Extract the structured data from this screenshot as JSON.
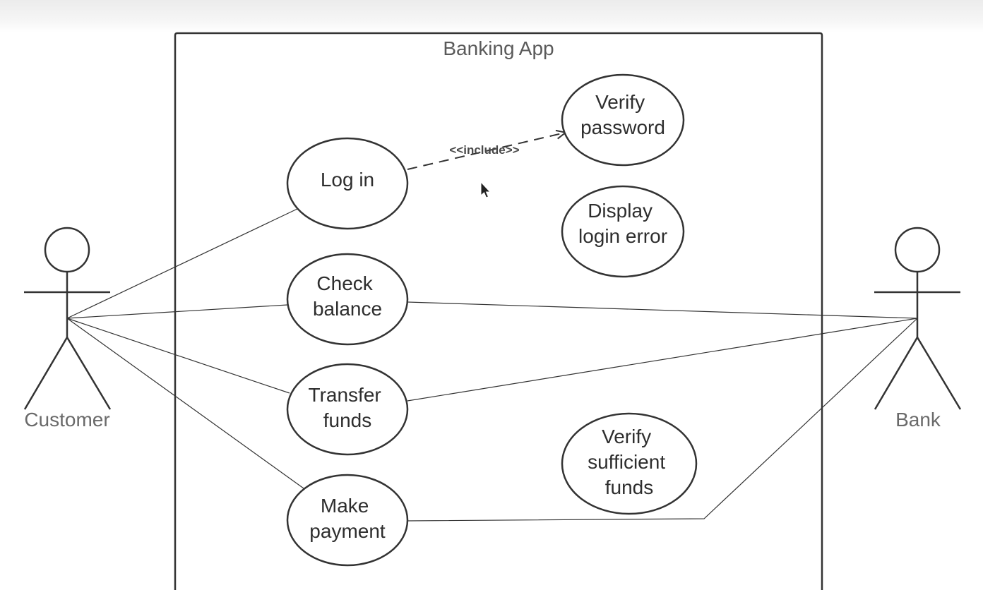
{
  "system": {
    "title": "Banking App"
  },
  "actors": [
    {
      "id": "customer",
      "label": "Customer"
    },
    {
      "id": "bank",
      "label": "Bank"
    }
  ],
  "use_cases": [
    {
      "id": "log-in",
      "lines": [
        "Log in"
      ]
    },
    {
      "id": "verify-password",
      "lines": [
        "Verify",
        "password"
      ]
    },
    {
      "id": "display-login-error",
      "lines": [
        "Display",
        "login error"
      ]
    },
    {
      "id": "check-balance",
      "lines": [
        "Check",
        "balance"
      ]
    },
    {
      "id": "transfer-funds",
      "lines": [
        "Transfer",
        "funds"
      ]
    },
    {
      "id": "verify-sufficient-funds",
      "lines": [
        "Verify",
        "sufficient",
        "funds"
      ]
    },
    {
      "id": "make-payment",
      "lines": [
        "Make",
        "payment"
      ]
    }
  ],
  "relationships": [
    {
      "from": "customer",
      "to": "log-in",
      "type": "association"
    },
    {
      "from": "customer",
      "to": "check-balance",
      "type": "association"
    },
    {
      "from": "customer",
      "to": "transfer-funds",
      "type": "association"
    },
    {
      "from": "customer",
      "to": "make-payment",
      "type": "association"
    },
    {
      "from": "check-balance",
      "to": "bank",
      "type": "association"
    },
    {
      "from": "transfer-funds",
      "to": "bank",
      "type": "association"
    },
    {
      "from": "make-payment",
      "to": "bank",
      "type": "association"
    },
    {
      "from": "log-in",
      "to": "verify-password",
      "type": "include",
      "label": "<<include>>"
    }
  ],
  "colors": {
    "stroke": "#333333",
    "text": "#2e2e2e",
    "system_title": "#5a5a5a",
    "actor_label": "#6a6a6a"
  }
}
